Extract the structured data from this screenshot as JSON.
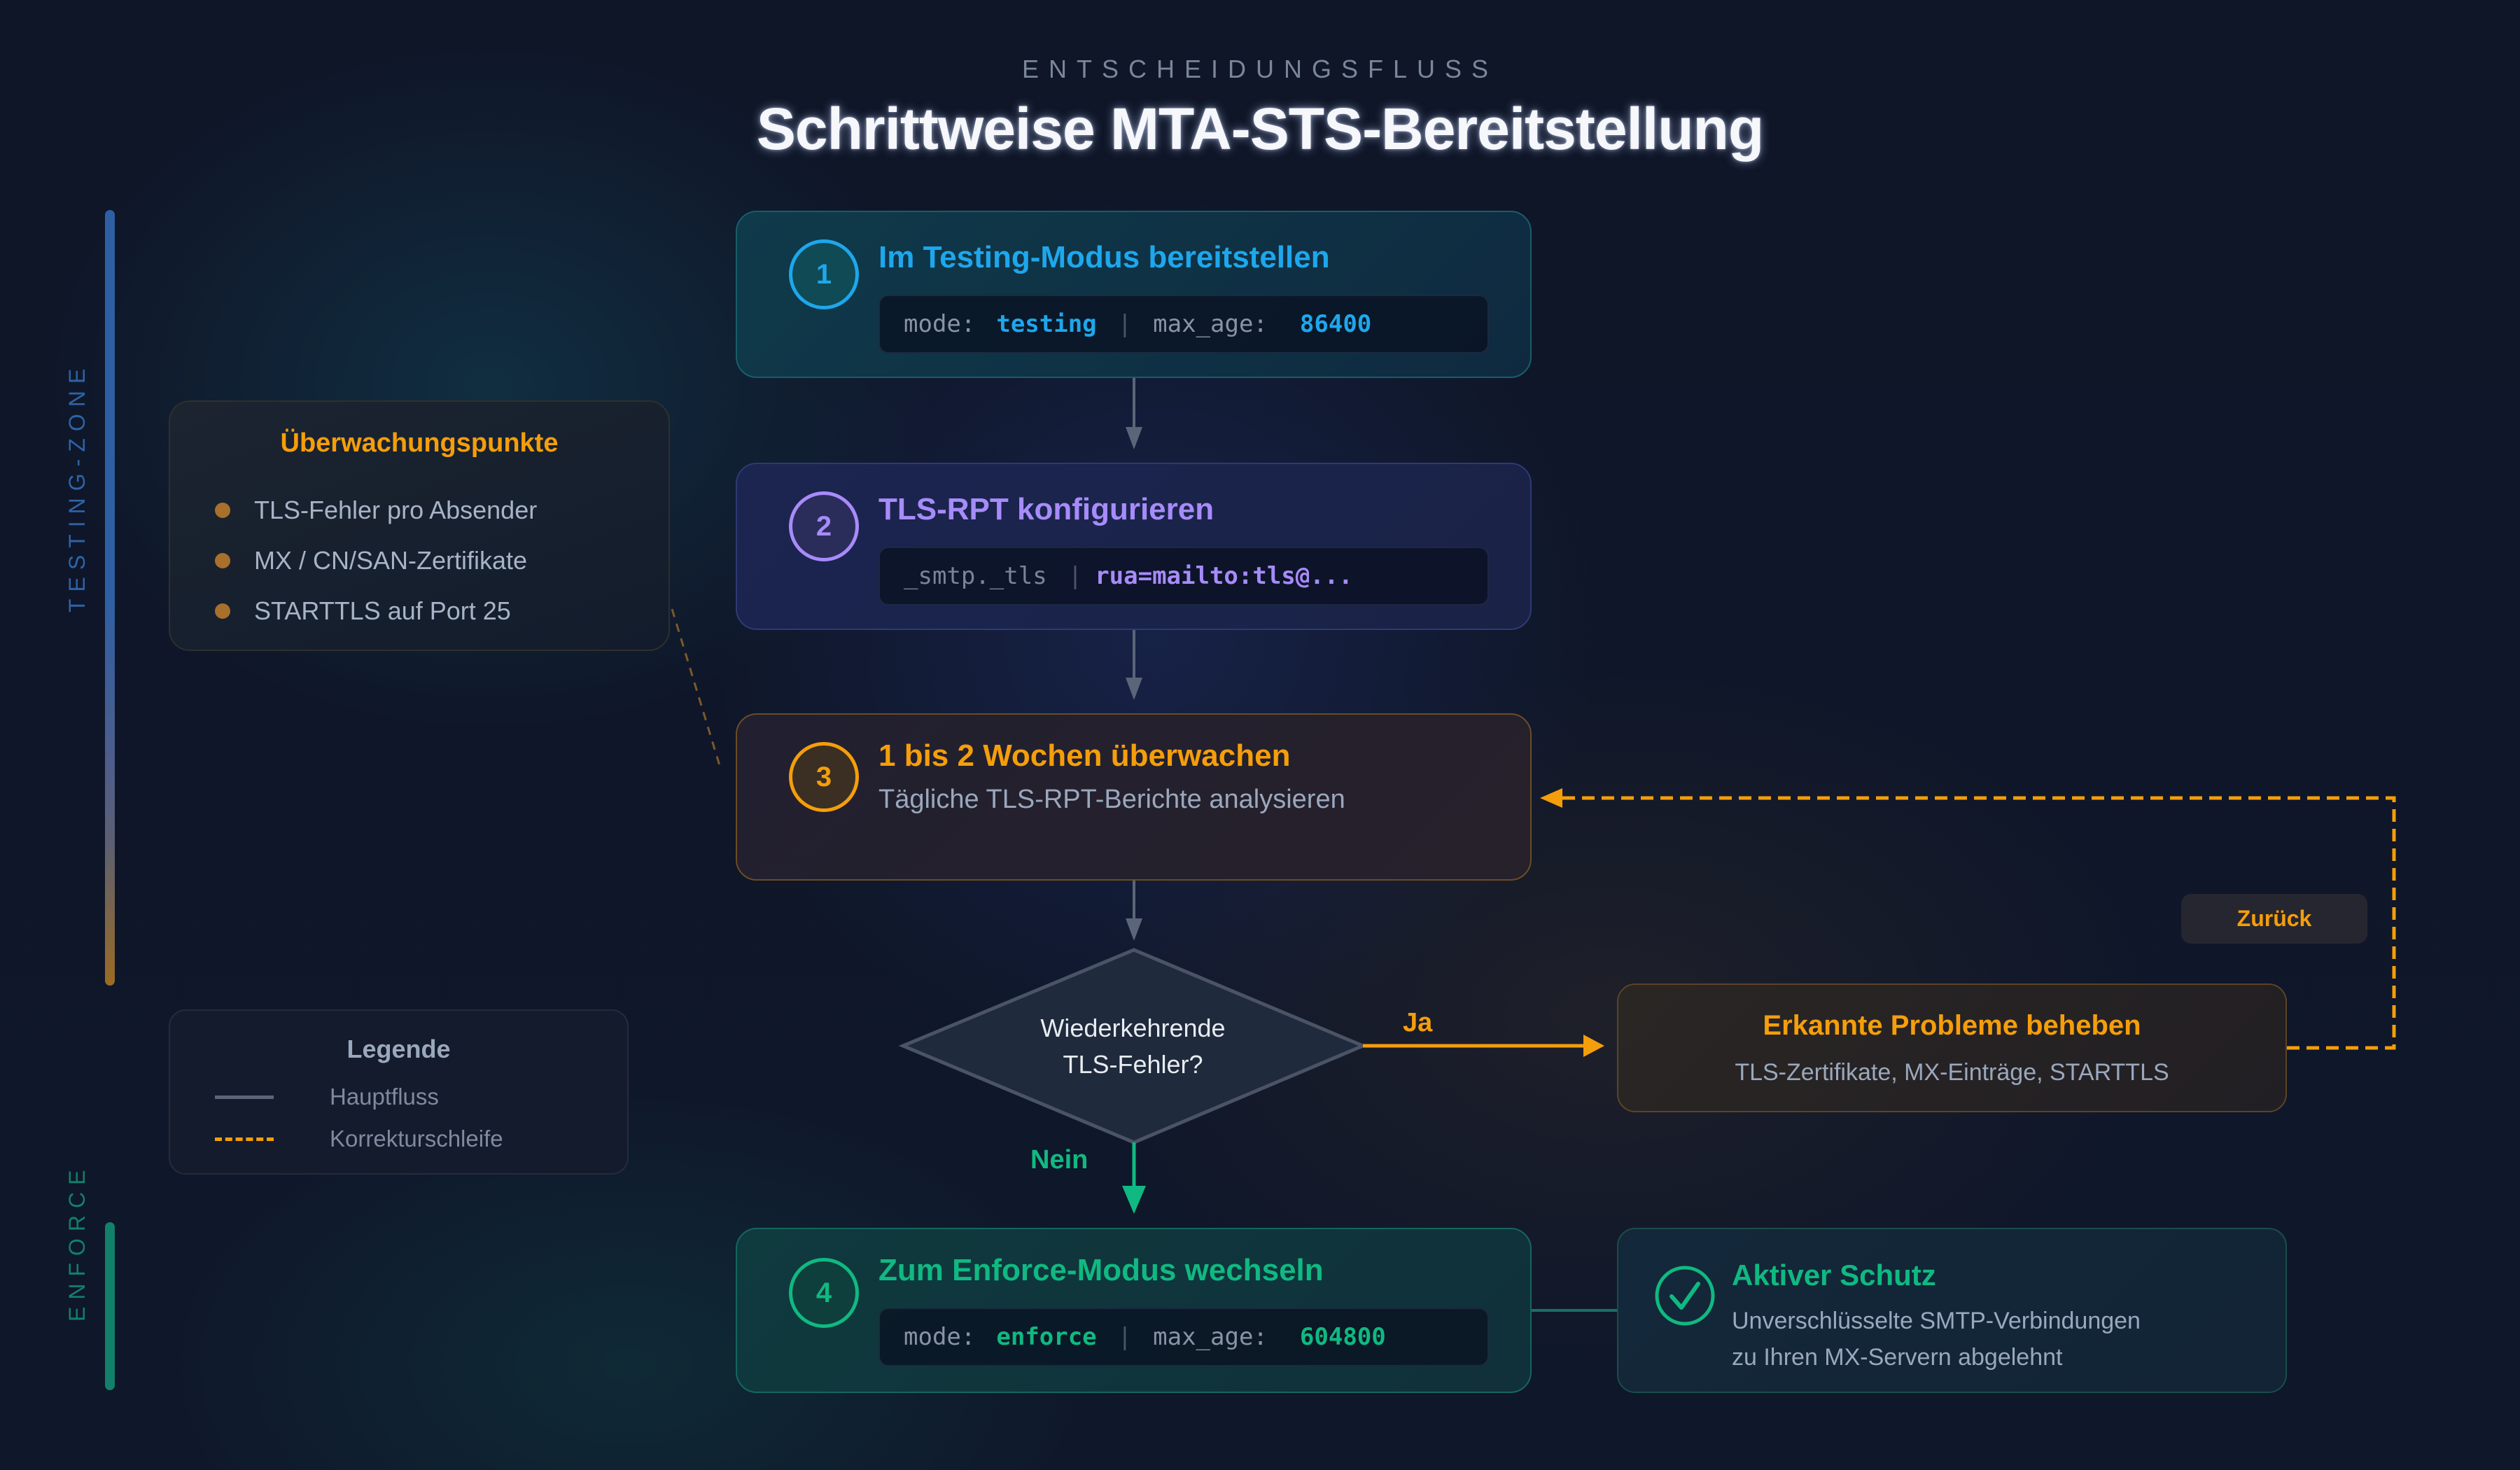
{
  "header": {
    "eyebrow": "ENTSCHEIDUNGSFLUSS",
    "title": "Schrittweise MTA-STS-Bereitstellung"
  },
  "zones": {
    "testing": {
      "label": "TESTING-ZONE",
      "color": "#2f63a6"
    },
    "enforce": {
      "label": "ENFORCE",
      "color": "#12806a"
    }
  },
  "steps": [
    {
      "number": "1",
      "title": "Im Testing-Modus bereitstellen",
      "color": "#1ea7ec",
      "code": {
        "key1": "mode:",
        "val1": "testing",
        "key2": "max_age:",
        "val2": "86400"
      }
    },
    {
      "number": "2",
      "title": "TLS-RPT konfigurieren",
      "color": "#a78bfa",
      "code": {
        "key1": "_smtp._tls",
        "val1": "rua=mailto:tls@..."
      }
    },
    {
      "number": "3",
      "title": "1 bis 2 Wochen überwachen",
      "subtitle": "Tägliche TLS-RPT-Berichte analysieren",
      "color": "#f59e0b"
    },
    {
      "number": "4",
      "title": "Zum Enforce-Modus wechseln",
      "color": "#10b981",
      "code": {
        "key1": "mode:",
        "val1": "enforce",
        "key2": "max_age:",
        "val2": "604800"
      }
    }
  ],
  "decision": {
    "line1": "Wiederkehrende",
    "line2": "TLS-Fehler?",
    "yes_label": "Ja",
    "no_label": "Nein"
  },
  "fix_box": {
    "title": "Erkannte Probleme beheben",
    "subtitle": "TLS-Zertifikate, MX-Einträge, STARTTLS"
  },
  "back_label": "Zurück",
  "result_box": {
    "title": "Aktiver Schutz",
    "line1": "Unverschlüsselte SMTP-Verbindungen",
    "line2": "zu Ihren MX-Servern abgelehnt",
    "icon": "check-circle-icon"
  },
  "monitoring": {
    "title": "Überwachungspunkte",
    "items": [
      "TLS-Fehler pro Absender",
      "MX / CN/SAN-Zertifikate",
      "STARTTLS auf Port 25"
    ]
  },
  "legend": {
    "title": "Legende",
    "items": [
      {
        "label": "Hauptfluss",
        "style": "solid",
        "color": "#5b6579"
      },
      {
        "label": "Korrekturschleife",
        "style": "dashed",
        "color": "#f59e0b"
      }
    ]
  }
}
